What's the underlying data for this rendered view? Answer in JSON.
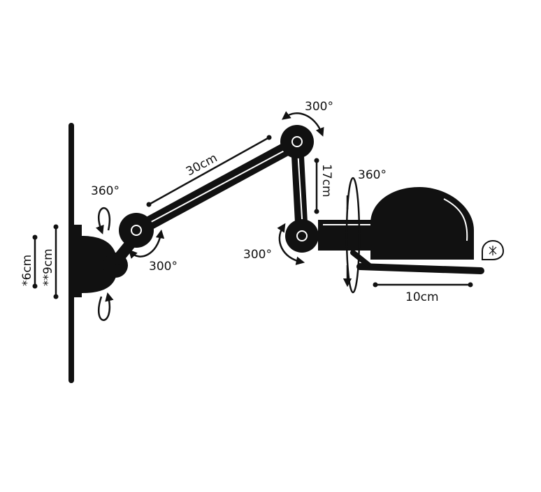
{
  "diagram": {
    "colors": {
      "ink": "#111111",
      "background": "#ffffff"
    },
    "labels": {
      "arm_length": "30cm",
      "forearm_length": "17cm",
      "shade_length": "10cm",
      "base_small": "*6cm",
      "base_large": "**9cm",
      "rot_base": "360°",
      "rot_shoulder": "300°",
      "rot_elbow_top": "300°",
      "rot_wrist": "300°",
      "rot_shade": "360°"
    },
    "icons": {
      "bulb": "bulb-icon"
    }
  }
}
